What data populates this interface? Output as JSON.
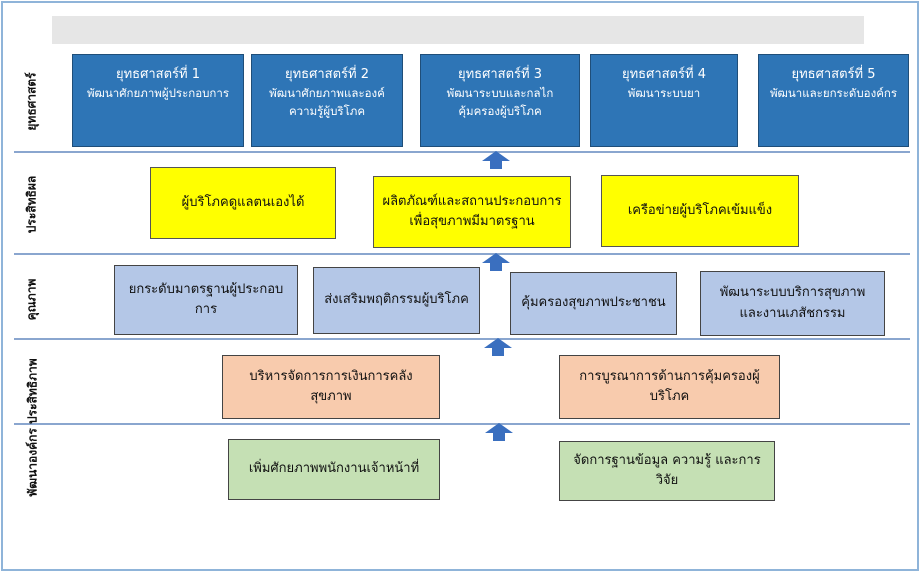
{
  "labels": {
    "row1": "ยุทธศาสตร์",
    "row2": "ประสิทธิผล",
    "row3": "คุณภาพ",
    "row4": "พัฒนาองค์กร ประสิทธิภาพ"
  },
  "strategies": [
    {
      "title": "ยุทธศาสตร์ที่ 1",
      "desc": "พัฒนาศักยภาพผู้ประกอบการ",
      "desc2": ""
    },
    {
      "title": "ยุทธศาสตร์ที่ 2",
      "desc": "พัฒนาศักยภาพและองค์",
      "desc2": "ความรู้ผู้บริโภค"
    },
    {
      "title": "ยุทธศาสตร์ที่ 3",
      "desc": "พัฒนาระบบและกลไก",
      "desc2": "คุ้มครองผู้บริโภค"
    },
    {
      "title": "ยุทธศาสตร์ที่ 4",
      "desc": "พัฒนาระบบยา",
      "desc2": ""
    },
    {
      "title": "ยุทธศาสตร์ที่ 5",
      "desc": "พัฒนาและยกระดับองค์กร",
      "desc2": ""
    }
  ],
  "effectiveness": [
    {
      "line1": "ผู้บริโภคดูแลตนเองได้",
      "line2": ""
    },
    {
      "line1": "ผลิตภัณฑ์และสถานประกอบการ",
      "line2": "เพื่อสุขภาพมีมาตรฐาน"
    },
    {
      "line1": "เครือข่ายผู้บริโภคเข้มแข็ง",
      "line2": ""
    }
  ],
  "quality": [
    {
      "line1": "ยกระดับมาตรฐานผู้ประกอบการ",
      "line2": ""
    },
    {
      "line1": "ส่งเสริมพฤติกรรมผู้บริโภค",
      "line2": ""
    },
    {
      "line1": "คุ้มครองสุขภาพประชาชน",
      "line2": ""
    },
    {
      "line1": "พัฒนาระบบบริการสุขภาพ",
      "line2": "และงานเภสัชกรรม"
    }
  ],
  "efficiency": [
    {
      "line1": "บริหารจัดการการเงินการคลังสุขภาพ"
    },
    {
      "line1": "การบูรณาการด้านการคุ้มครองผู้บริโภค"
    }
  ],
  "org": [
    {
      "line1": "เพิ่มศักยภาพพนักงานเจ้าหน้าที่"
    },
    {
      "line1": "จัดการฐานข้อมูล ความรู้ และการวิจัย"
    }
  ],
  "colors": {
    "strategy": "#2e75b6",
    "effectiveness": "#ffff00",
    "quality": "#b4c7e7",
    "efficiency": "#f8cbad",
    "org": "#c5e0b4",
    "arrow": "#3a6fbf"
  }
}
